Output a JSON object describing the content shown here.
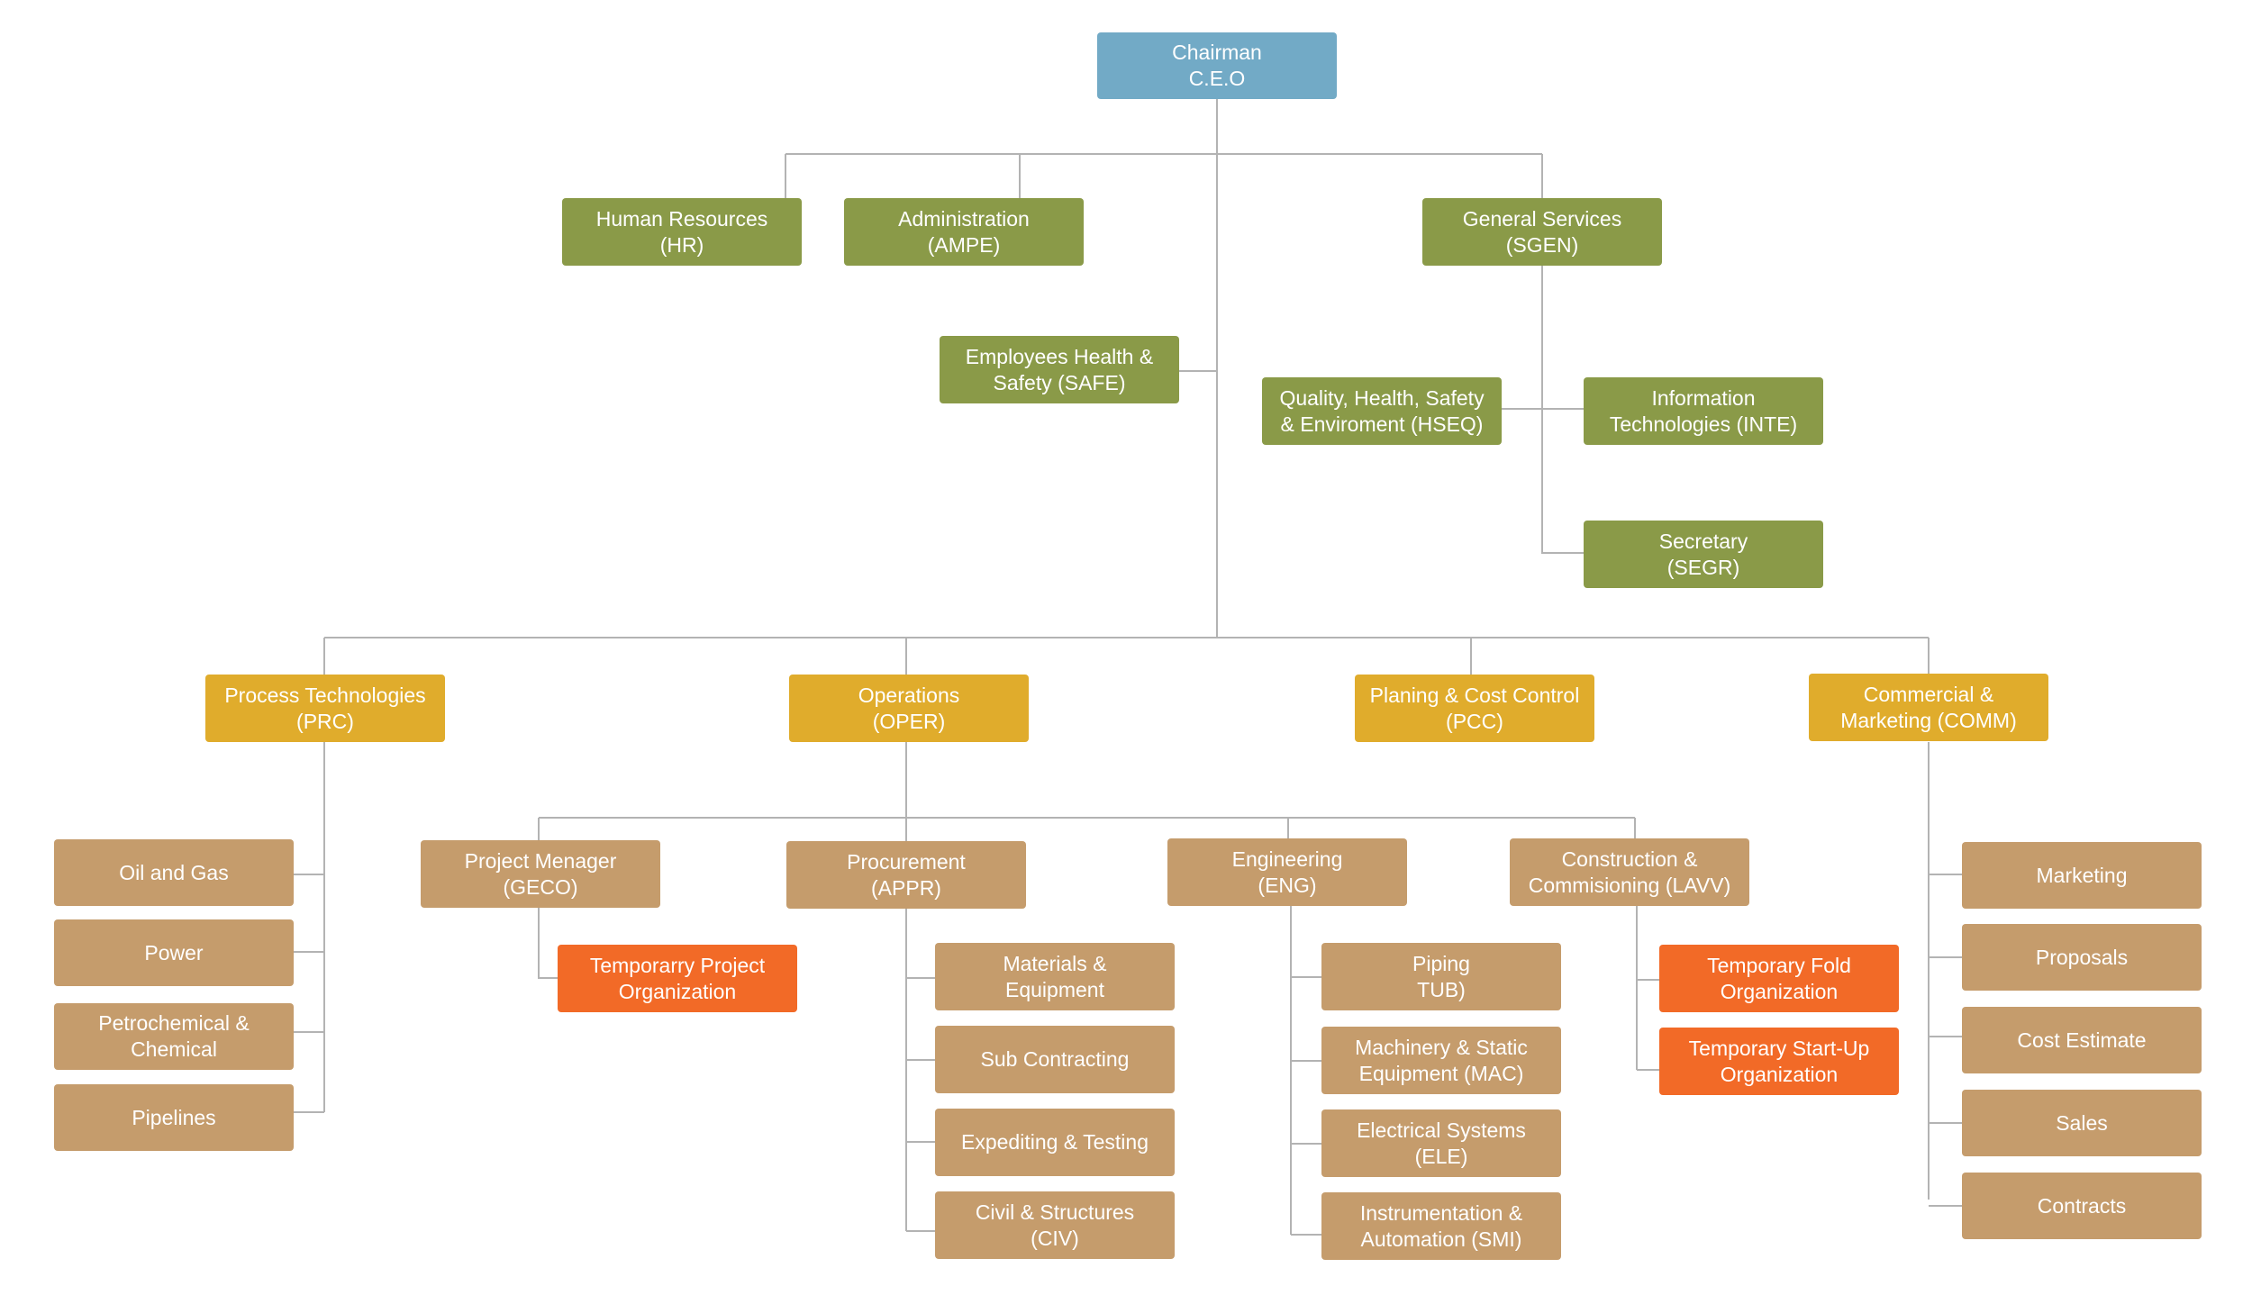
{
  "colors": {
    "executive": "#72aac6",
    "staff": "#8a9a48",
    "division": "#e0ac2c",
    "unit": "#c59c6c",
    "temporary": "#f26a27",
    "connector": "#b3b3b3"
  },
  "nodes": {
    "ceo": "Chairman\nC.E.O",
    "hr": "Human Resources\n(HR)",
    "ampe": "Administration\n(AMPE)",
    "sgen": "General Services\n(SGEN)",
    "safe": "Employees Health &\nSafety (SAFE)",
    "hseq": "Quality, Health, Safety\n& Enviroment (HSEQ)",
    "inte": "Information\nTechnologies (INTE)",
    "segr": "Secretary\n(SEGR)",
    "prc": "Process Technologies\n(PRC)",
    "oper": "Operations\n(OPER)",
    "pcc": "Planing & Cost Control\n(PCC)",
    "comm": "Commercial &\nMarketing (COMM)",
    "oil_gas": "Oil and Gas",
    "power": "Power",
    "petrochem": "Petrochemical &\nChemical",
    "pipelines": "Pipelines",
    "geco": "Project Menager\n(GECO)",
    "appr": "Procurement\n(APPR)",
    "eng": "Engineering\n(ENG)",
    "lavv": "Construction &\nCommisioning (LAVV)",
    "temp_project": "Temporarry Project\nOrganization",
    "materials": "Materials &\nEquipment",
    "subcontracting": "Sub Contracting",
    "expediting": "Expediting & Testing",
    "civil": "Civil & Structures\n(CIV)",
    "piping": "Piping\nTUB)",
    "machinery": "Machinery & Static\nEquipment (MAC)",
    "electrical": "Electrical Systems\n(ELE)",
    "instrumentation": "Instrumentation &\nAutomation (SMI)",
    "temp_fold": "Temporary Fold\nOrganization",
    "temp_startup": "Temporary Start-Up\nOrganization",
    "marketing": "Marketing",
    "proposals": "Proposals",
    "cost_estimate": "Cost Estimate",
    "sales": "Sales",
    "contracts": "Contracts"
  }
}
